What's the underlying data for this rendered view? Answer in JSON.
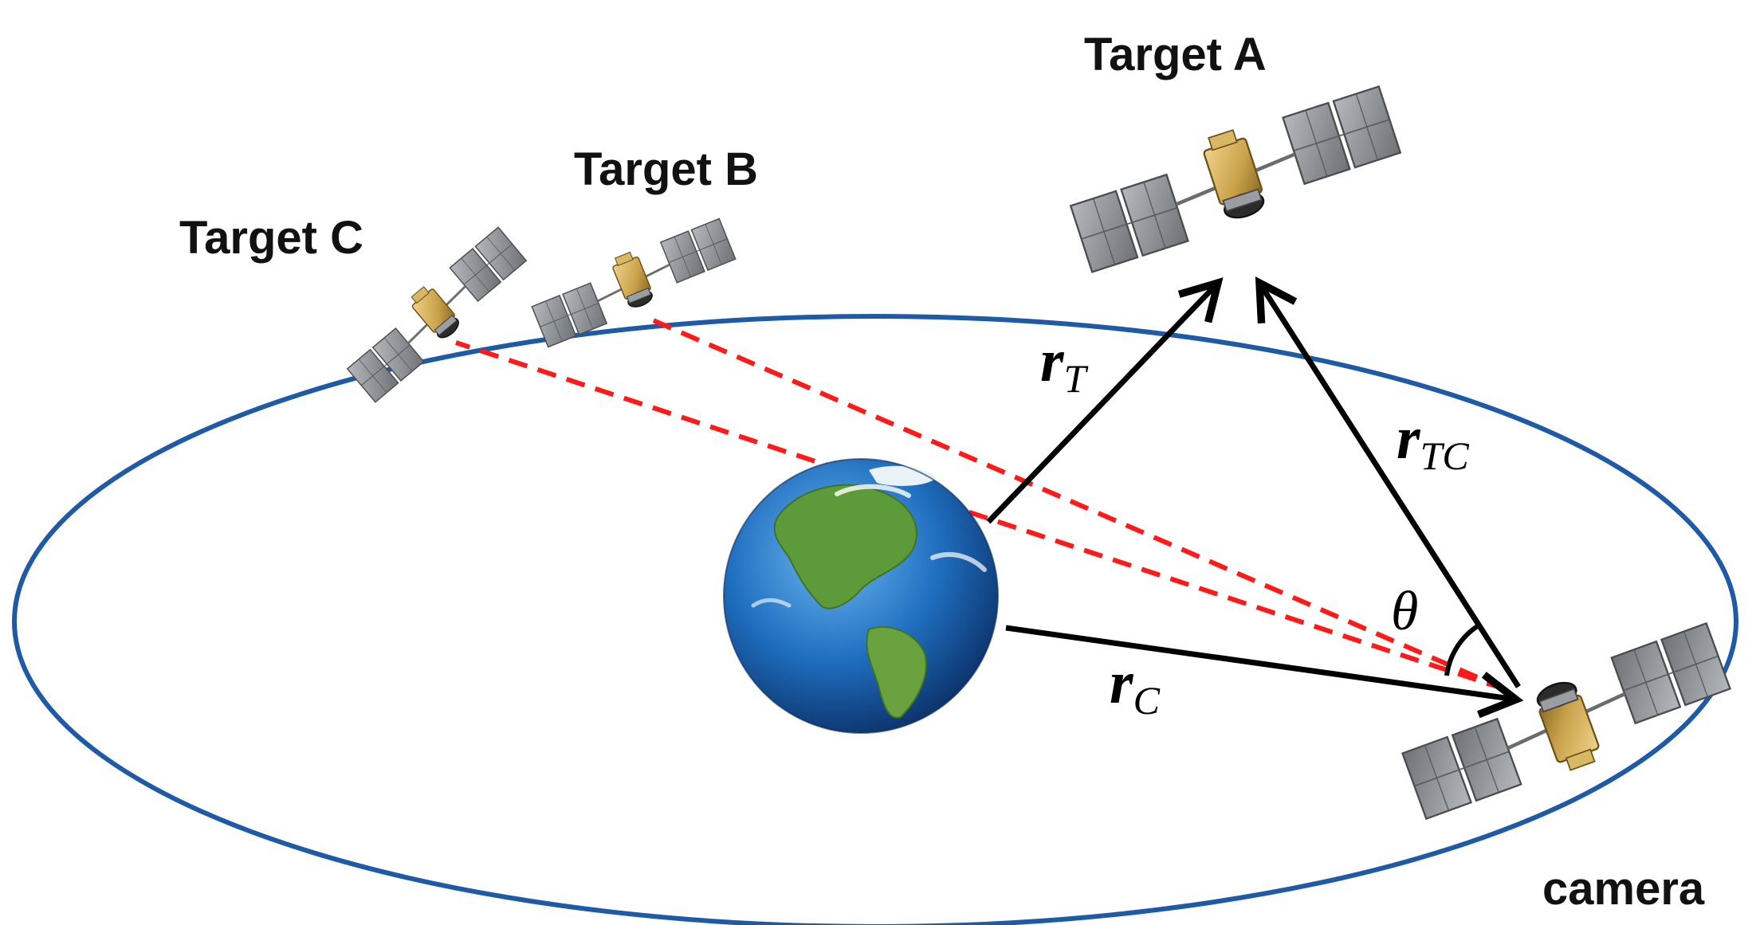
{
  "labels": {
    "target_a": "Target A",
    "target_b": "Target B",
    "target_c": "Target C",
    "camera": "camera"
  },
  "vectors": {
    "r_t": {
      "symbol": "r",
      "subscript": "T"
    },
    "r_c": {
      "symbol": "r",
      "subscript": "C"
    },
    "r_tc": {
      "symbol": "r",
      "subscript": "TC"
    }
  },
  "angle_symbol": "θ",
  "colors": {
    "orbit": "#1f5aa6",
    "vector": "#000000",
    "line_of_sight": "#ff1a1a",
    "text": "#111111",
    "panel": "#8a8d91",
    "body_gold": "#c9a24a"
  },
  "icons": [
    "earth-icon",
    "satellite-icon"
  ]
}
